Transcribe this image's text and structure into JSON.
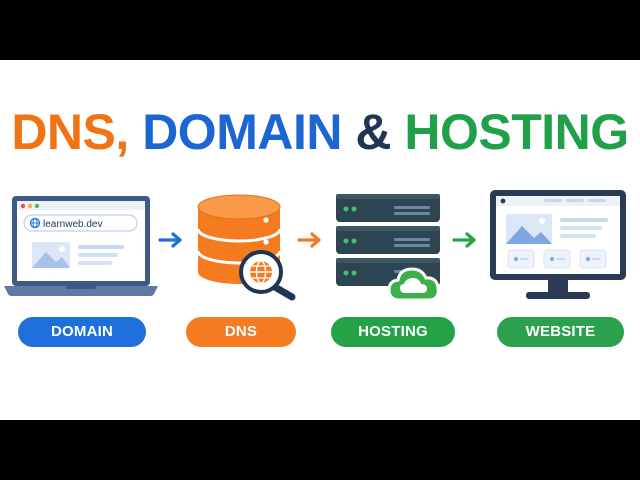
{
  "title": {
    "part1": "DNS,",
    "part2": "DOMAIN",
    "part3": "&",
    "part4": "HOSTING"
  },
  "steps": [
    {
      "label": "DOMAIN"
    },
    {
      "label": "DNS"
    },
    {
      "label": "HOSTING"
    },
    {
      "label": "WEBSITE"
    }
  ],
  "browser": {
    "url": "learnweb.dev"
  },
  "colors": {
    "orange": "#f07414",
    "blue": "#1b66d2",
    "navy": "#1f3553",
    "green": "#21a04a",
    "pill_blue": "#1e6fdc",
    "pill_orange": "#f47b20",
    "pill_green": "#23a247",
    "pill_green2": "#2ca04c",
    "server_dark": "#2d4550",
    "cloud_green": "#3cae4a"
  }
}
